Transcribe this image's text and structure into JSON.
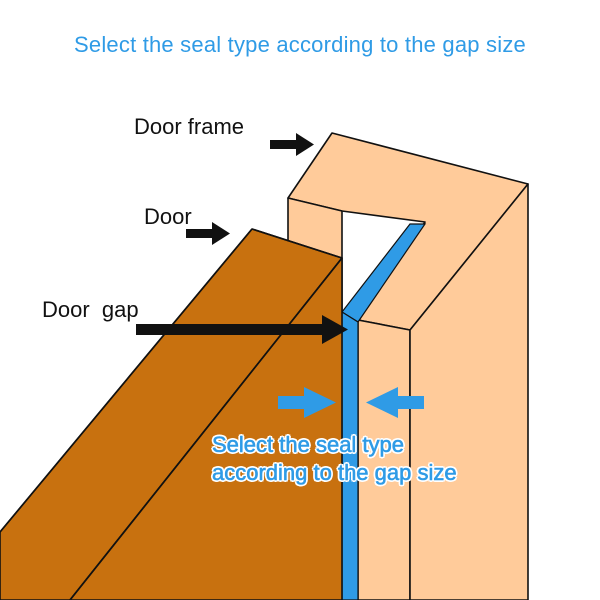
{
  "title": "Select the seal type according to the gap size",
  "labels": {
    "door_frame": "Door frame",
    "door": "Door",
    "door_gap": "Door  gap"
  },
  "gap_note": {
    "line1": "Select the seal type",
    "line2": "according to the gap size"
  },
  "colors": {
    "title_blue": "#2f9be6",
    "frame_fill": "#ffcb9a",
    "door_fill": "#c8710f",
    "gap_blue": "#2f9be6",
    "outline": "#111111"
  }
}
